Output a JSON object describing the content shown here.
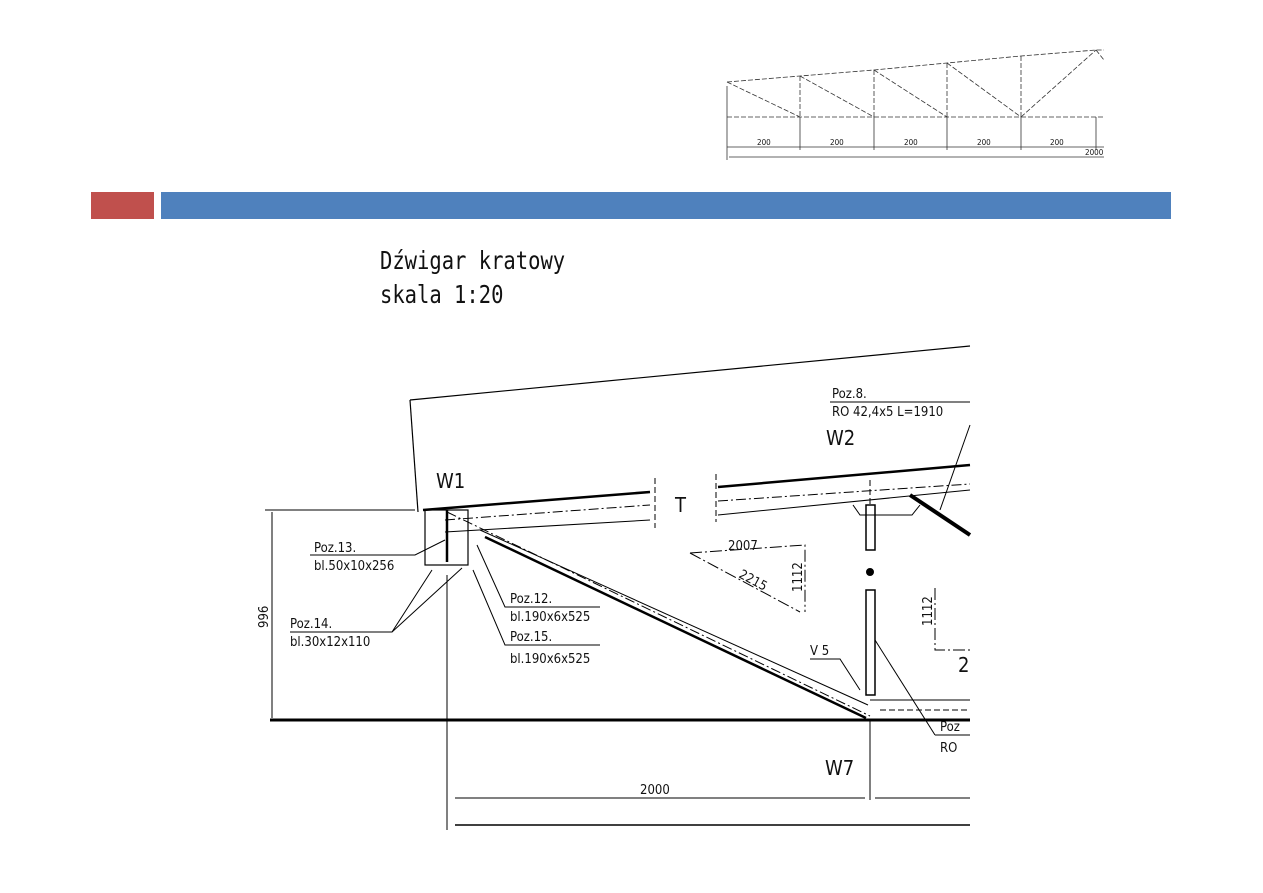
{
  "slide": {
    "accent_colors": {
      "red": "#C0504D",
      "blue": "#4F81BD"
    },
    "title_line1": "Dźwigar kratowy",
    "title_line2": "skala 1:20"
  },
  "thumbnail_truss": {
    "panel_dims": [
      "200",
      "200",
      "200",
      "200",
      "200"
    ],
    "total_dim": "2000"
  },
  "drawing": {
    "nodes": {
      "w1": "W1",
      "w2": "W2",
      "w7": "W7"
    },
    "cut_mark": "T",
    "callouts": {
      "poz8": {
        "pos": "Poz.8.",
        "spec": "RO 42,4x5 L=1910"
      },
      "poz13": {
        "pos": "Poz.13.",
        "spec": "bl.50x10x256"
      },
      "poz14": {
        "pos": "Poz.14.",
        "spec": "bl.30x12x110"
      },
      "poz12": {
        "pos": "Poz.12.",
        "spec": "bl.190x6x525"
      },
      "poz15": {
        "pos": "Poz.15.",
        "spec": "bl.190x6x525"
      },
      "poz_cut": {
        "pos": "Poz",
        "spec": "RO"
      },
      "weld": "V 5"
    },
    "dimensions": {
      "height": "996",
      "span": "2000",
      "tri_h": "2007",
      "tri_hyp": "2215",
      "tri_v": "1112",
      "tri2_v": "1112",
      "tri2_h": "2"
    }
  }
}
